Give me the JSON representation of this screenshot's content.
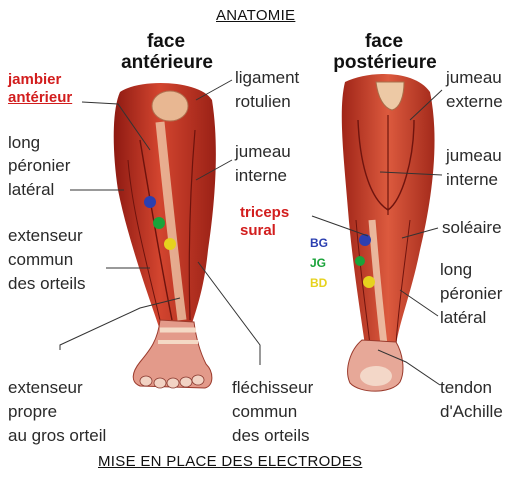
{
  "title_top": "ANATOMIE",
  "title_bottom": "MISE EN PLACE DES ELECTRODES",
  "views": {
    "front": {
      "line1": "face",
      "line2": "antérieure"
    },
    "back": {
      "line1": "face",
      "line2": "postérieure"
    }
  },
  "front_labels": {
    "jambier_anterieur": [
      "jambier",
      "antérieur"
    ],
    "long_peronier": [
      "long",
      "péronier",
      "latéral"
    ],
    "extenseur_commun": [
      "extenseur",
      "commun",
      "des orteils"
    ],
    "extenseur_propre": [
      "extenseur",
      "propre",
      "au gros orteil"
    ],
    "ligament": [
      "ligament",
      "rotulien"
    ],
    "jumeau_interne": [
      "jumeau",
      "interne"
    ],
    "flechisseur": [
      "fléchisseur",
      "commun",
      "des orteils"
    ]
  },
  "back_labels": {
    "jumeau_externe": [
      "jumeau",
      "externe"
    ],
    "jumeau_interne": [
      "jumeau",
      "interne"
    ],
    "triceps_sural": [
      "triceps",
      "sural"
    ],
    "soleaire": [
      "soléaire"
    ],
    "long_peronier": [
      "long",
      "péronier",
      "latéral"
    ],
    "tendon": [
      "tendon",
      "d'Achille"
    ]
  },
  "electrodes": [
    {
      "label": "BG",
      "color": "#2b3fb0"
    },
    {
      "label": "JG",
      "color": "#1aa33a"
    },
    {
      "label": "BD",
      "color": "#e6d21e"
    }
  ]
}
